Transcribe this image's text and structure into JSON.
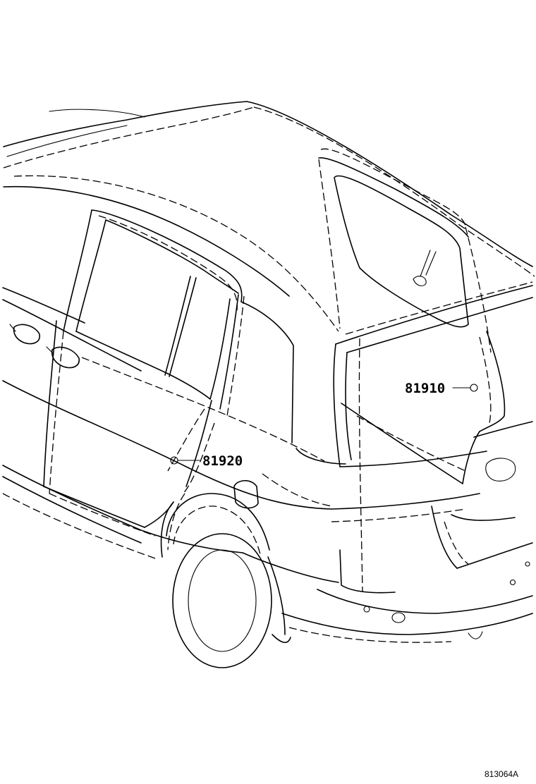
{
  "diagram": {
    "callouts": [
      {
        "id": "callout-81910",
        "label": "81910"
      },
      {
        "id": "callout-81920",
        "label": "81920"
      }
    ],
    "reference_code": "813064A"
  }
}
